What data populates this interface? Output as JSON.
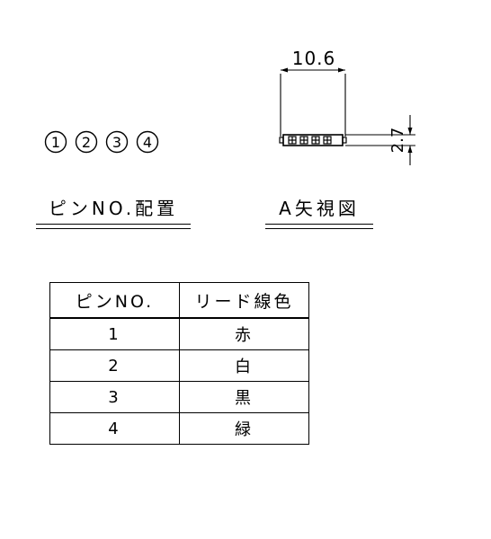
{
  "pin_numbers": [
    "1",
    "2",
    "3",
    "4"
  ],
  "label_pin_arrangement": "ピンNO.配置",
  "label_view_a": "A矢視図",
  "dimensions": {
    "width": "10.6",
    "height": "2.7"
  },
  "table": {
    "headers": [
      "ピンNO.",
      "リード線色"
    ],
    "rows": [
      [
        "1",
        "赤"
      ],
      [
        "2",
        "白"
      ],
      [
        "3",
        "黒"
      ],
      [
        "4",
        "緑"
      ]
    ]
  }
}
